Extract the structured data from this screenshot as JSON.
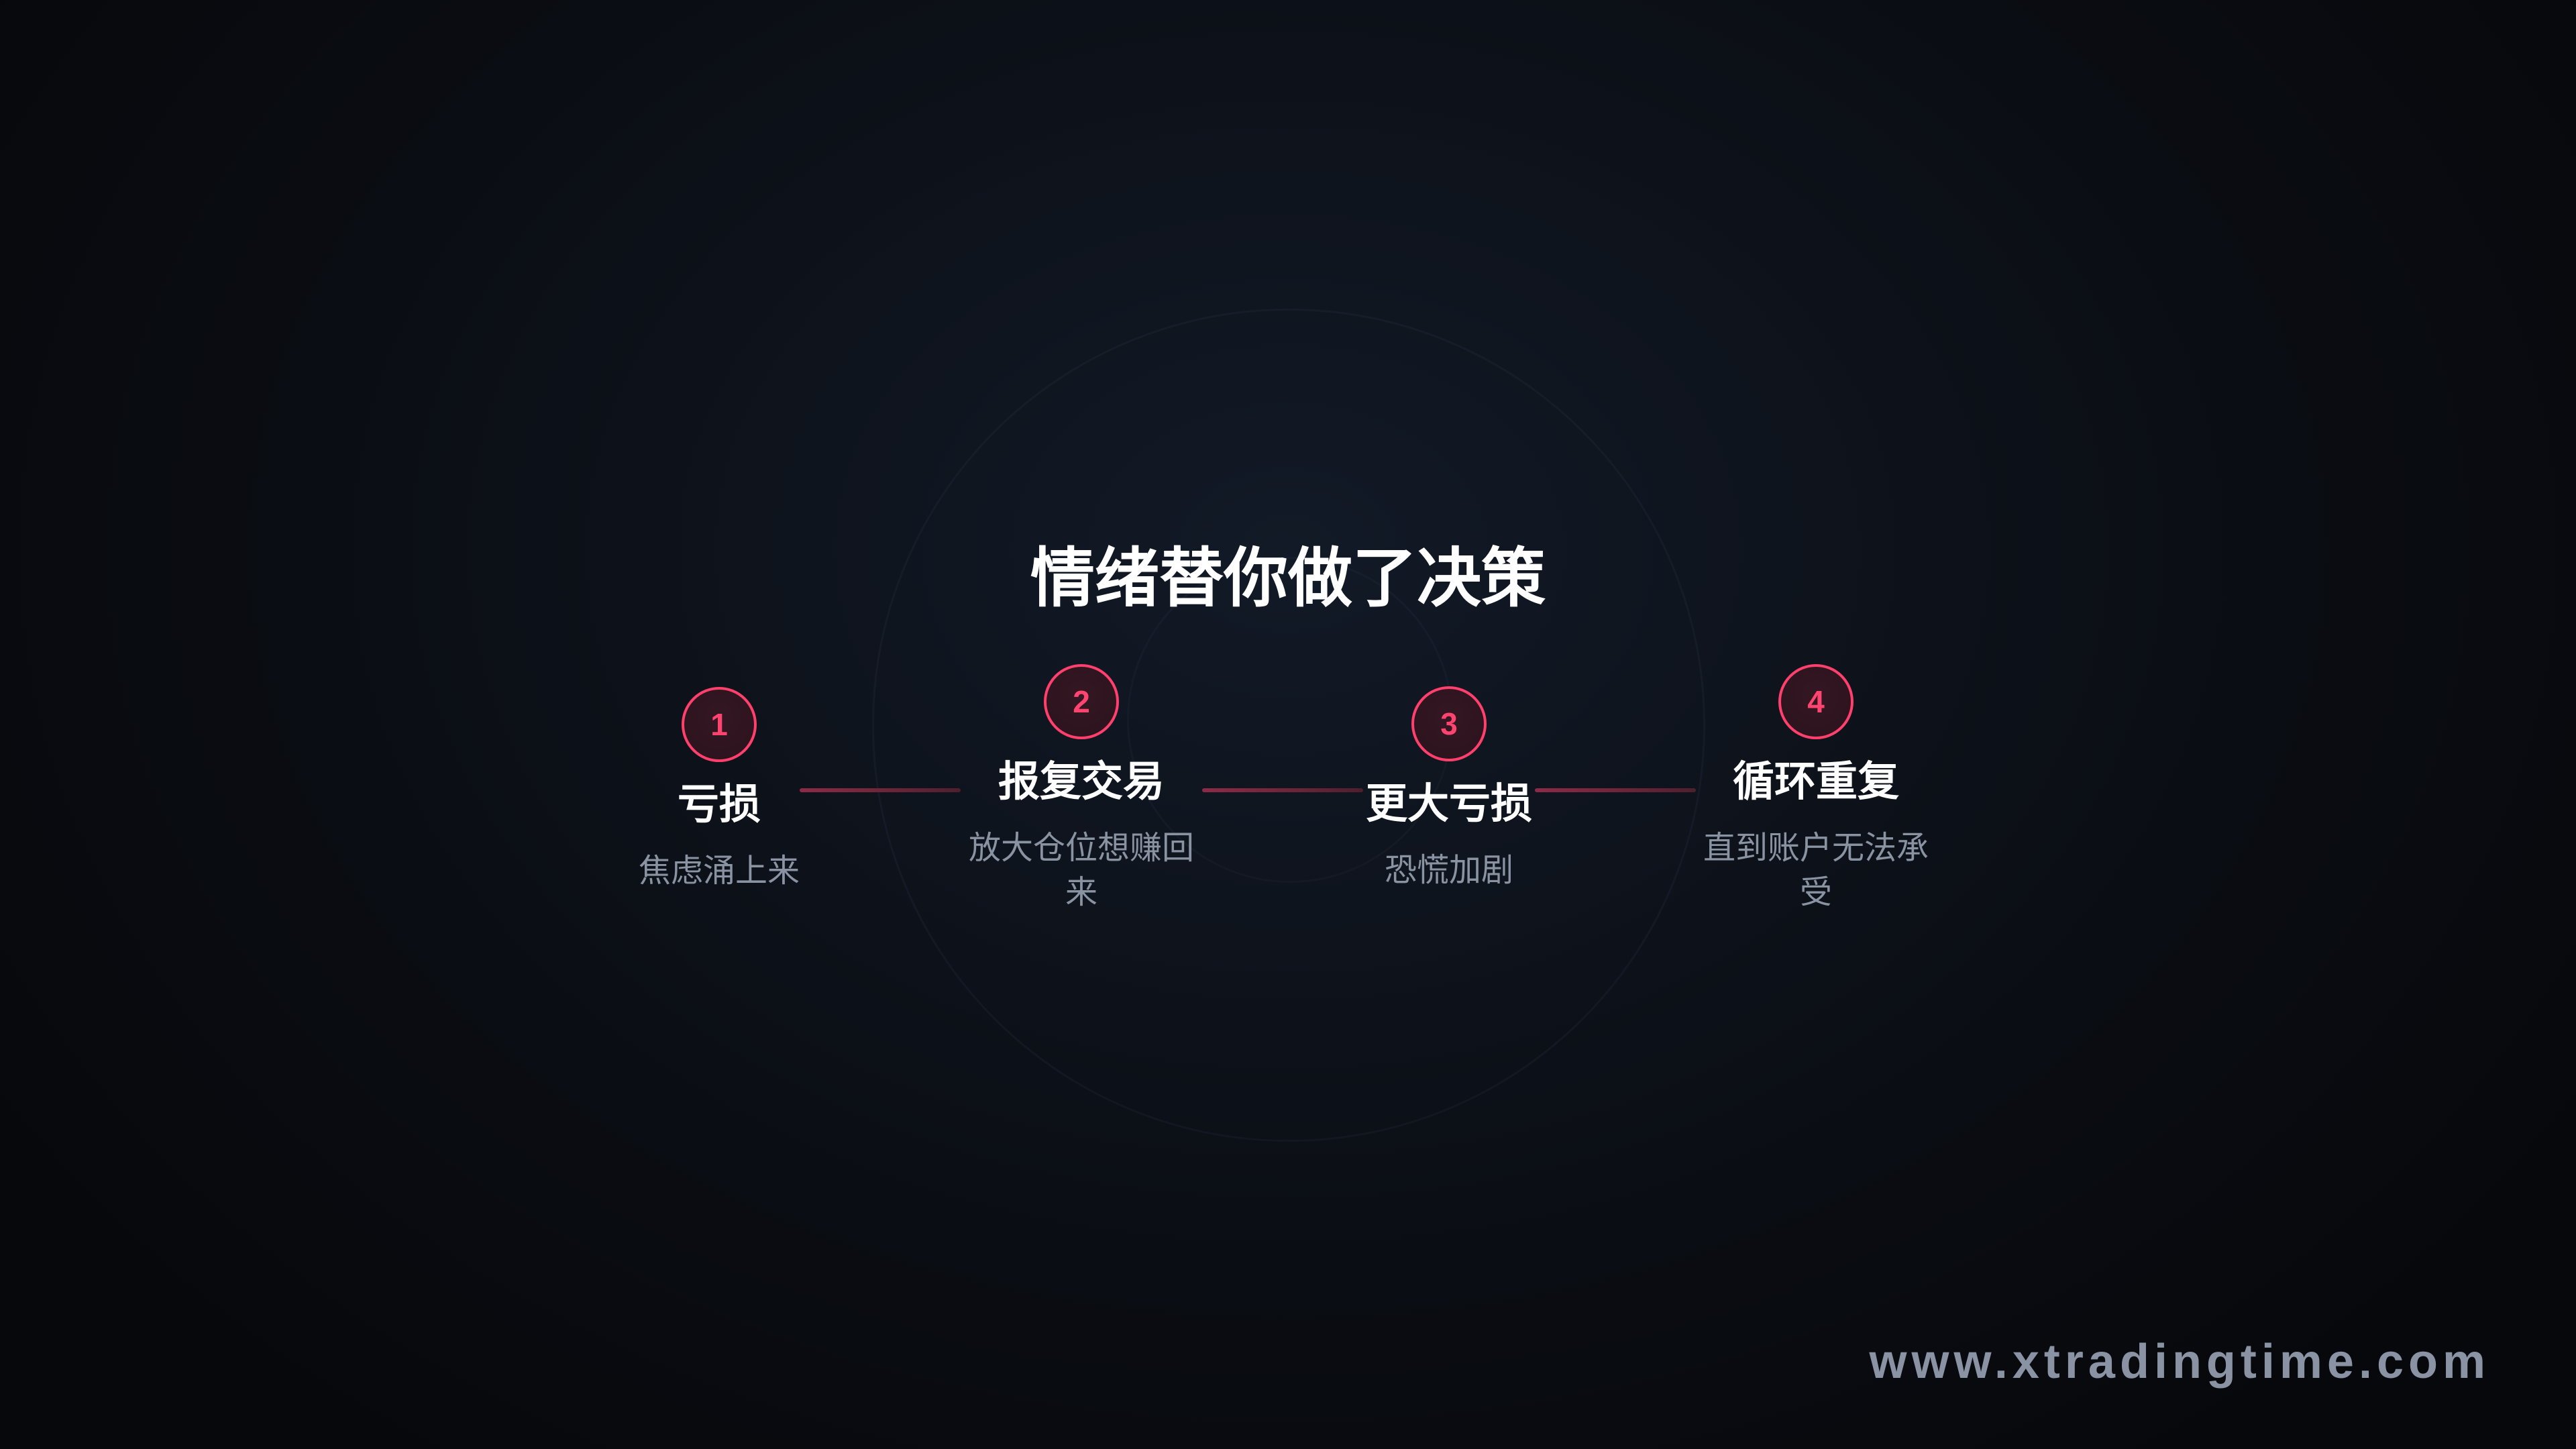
{
  "slide": {
    "title": "情绪替你做了决策",
    "steps": [
      {
        "number": "1",
        "title": "亏损",
        "description": "焦虑涌上来"
      },
      {
        "number": "2",
        "title": "报复交易",
        "description": "放大仓位想赚回来"
      },
      {
        "number": "3",
        "title": "更大亏损",
        "description": "恐慌加剧"
      },
      {
        "number": "4",
        "title": "循环重复",
        "description": "直到账户无法承受"
      }
    ]
  },
  "watermark": "www.xtradingtime.com",
  "colors": {
    "accent": "#ff3f6c",
    "circle_fill": "#2a131d",
    "connector": "#8c2a48",
    "title_text": "#ffffff",
    "description_text": "#8a93a2",
    "background_center": "#121a27",
    "background_edge": "#07080b"
  }
}
